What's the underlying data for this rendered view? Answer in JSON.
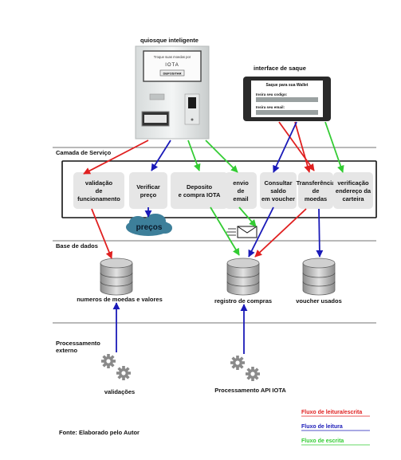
{
  "kiosk": {
    "title": "quiosque inteligente",
    "screen_text": "Troque suas moedas por",
    "logo_text": "IOTA",
    "deposit_button": "DEPOSITAR"
  },
  "withdraw": {
    "title": "interface de saque",
    "header": "Saque para sua Wallet",
    "code_label": "Insira seu codigo:",
    "email_label": "Insira seu email:"
  },
  "layers": {
    "service": "Camada de Serviço",
    "database": "Base de dados",
    "external": "Processamento externo"
  },
  "services": [
    {
      "lines": [
        "validação",
        "de",
        "funcionamento"
      ]
    },
    {
      "lines": [
        "Verificar",
        "preço"
      ]
    },
    {
      "lines": [
        "Deposito",
        "e compra IOTA"
      ]
    },
    {
      "lines": [
        "envio",
        "de",
        "email"
      ]
    },
    {
      "lines": [
        "Consultar",
        "saldo",
        "em voucher"
      ]
    },
    {
      "lines": [
        "Transferência",
        "de",
        "moedas"
      ]
    },
    {
      "lines": [
        "verificação",
        "endereço da",
        "carteira"
      ]
    }
  ],
  "cloud_label": "preços",
  "databases": [
    {
      "label": "numeros de moedas e valores"
    },
    {
      "label": "registro de compras"
    },
    {
      "label": "voucher usados"
    }
  ],
  "processors": [
    {
      "label": "validações"
    },
    {
      "label": "Processamento API IOTA"
    }
  ],
  "legend": [
    {
      "label": "Fluxo de leitura/escrita",
      "color": "#e02020"
    },
    {
      "label": "Fluxo de leitura",
      "color": "#1a1ab8"
    },
    {
      "label": "Fluxo de escrita",
      "color": "#33cc33"
    }
  ],
  "source": "Fonte: Elaborado pelo Autor"
}
